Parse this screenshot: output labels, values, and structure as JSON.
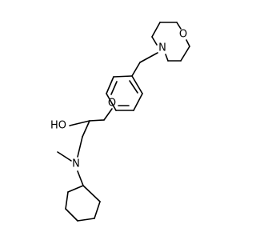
{
  "diagram": {
    "type": "chemical-structure",
    "atom_labels": {
      "morpholine_oxygen": "O",
      "morpholine_nitrogen": "N",
      "ether_oxygen": "O",
      "hydroxyl": "HO",
      "amine_nitrogen": "N"
    },
    "colors": {
      "bond": "#000000",
      "label": "#000000",
      "background": "#ffffff"
    }
  }
}
